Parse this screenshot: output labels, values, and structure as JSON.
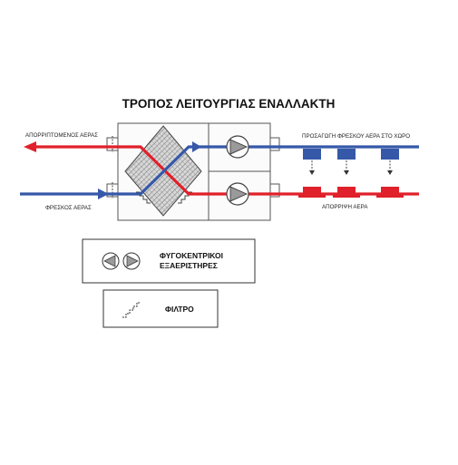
{
  "title": "ΤΡΟΠΟΣ ΛΕΙΤΟΥΡΓΙΑΣ ΕΝΑΛΛΑΚΤΗ",
  "labels": {
    "exhaust_out": "ΑΠΟΡΡΙΠΤΟΜΕΝΟΣ ΑΕΡΑΣ",
    "fresh_in": "ΦΡΕΣΚΟΣ ΑΕΡΑΣ",
    "supply": "ΠΡΟΣΑΓΩΓΗ ΦΡΕΣΚΟΥ ΑΕΡΑ ΣΤΟ ΧΩΡΟ",
    "extract": "ΑΠΟΡΡΙΨΗ ΑΕΡΑ"
  },
  "legend": {
    "fans_line1": "ΦΥΓΟΚΕΝΤΡΙΚΟΙ",
    "fans_line2": "ΕΞΑΕΡΙΣΤΗΡΕΣ",
    "filter": "ΦΙΛΤΡΟ"
  },
  "colors": {
    "fresh_air": "#3558a8",
    "exhaust_air": "#e0202a",
    "outline": "#555555",
    "fan_fill": "#9a9a9a"
  }
}
